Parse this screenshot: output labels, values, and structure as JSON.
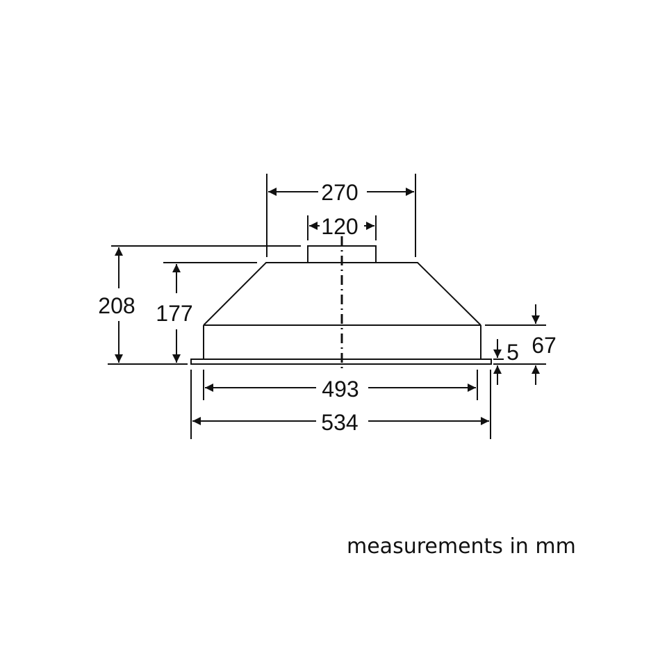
{
  "diagram": {
    "type": "technical-dimension-drawing",
    "subject": "range hood insert (side elevation)",
    "line_color": "#111111",
    "background": "#ffffff",
    "dimensions": {
      "top_width": "270",
      "duct_width": "120",
      "total_height": "208",
      "body_height": "177",
      "lower_section_height": "67",
      "flange_thickness": "5",
      "body_width": "493",
      "overall_width": "534"
    },
    "caption": "measurements in mm"
  }
}
